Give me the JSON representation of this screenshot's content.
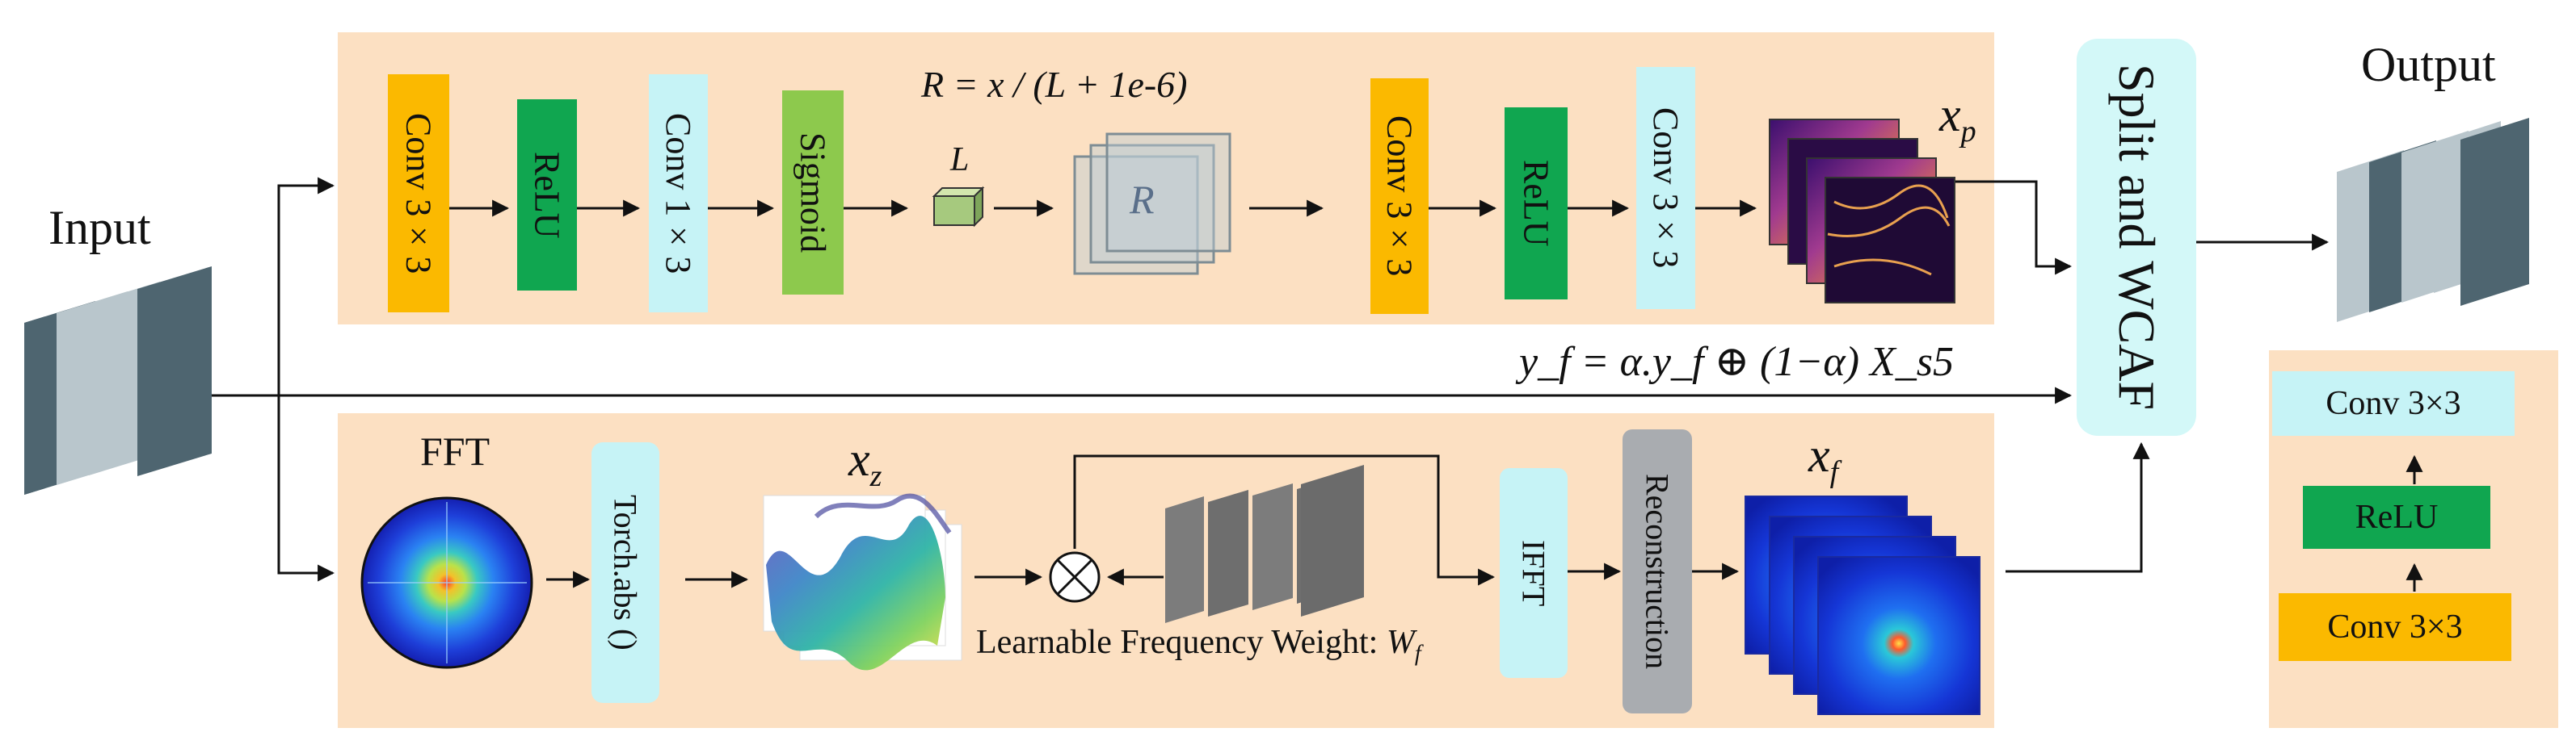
{
  "labels": {
    "input": "Input",
    "output": "Output",
    "fft": "FFT",
    "ratio_formula": "R = x / (L + 1e-6)",
    "L": "L",
    "R": "R",
    "xp": "x",
    "xp_sub": "p",
    "xz": "x",
    "xz_sub": "z",
    "xf": "x",
    "xf_sub": "f",
    "fusion_formula": "y_f = α.y_f ⊕ (1−α) X_s5",
    "lfw": "Learnable Frequency Weight: ",
    "lfw_sym": "W",
    "lfw_sub": "f"
  },
  "top_branch": {
    "conv1": "Conv 3×3",
    "relu1": "ReLU",
    "conv2": "Conv 1×3",
    "sigmoid": "Sigmoid",
    "conv3": "Conv 3×3",
    "relu2": "ReLU",
    "conv4": "Conv 3×3"
  },
  "bottom_branch": {
    "torch_abs": "Torch.abs ()",
    "ifft": "IFFT",
    "reconstruction": "Reconstruction"
  },
  "fusion": {
    "split_wcaf": "Split and WCAF"
  },
  "legend": {
    "conv_top": "Conv 3×3",
    "relu": "ReLU",
    "conv_bottom": "Conv 3×3"
  },
  "colors": {
    "panel": "#fce0c2",
    "conv": "#fbb900",
    "relu": "#10a650",
    "conv_light": "#c6f3f6",
    "sigmoid": "#8dc94d",
    "wcaf": "#d3f8f8",
    "recon": "#a9acb0",
    "feature_dark": "#4e6570",
    "feature_light": "#b9c6cc"
  }
}
